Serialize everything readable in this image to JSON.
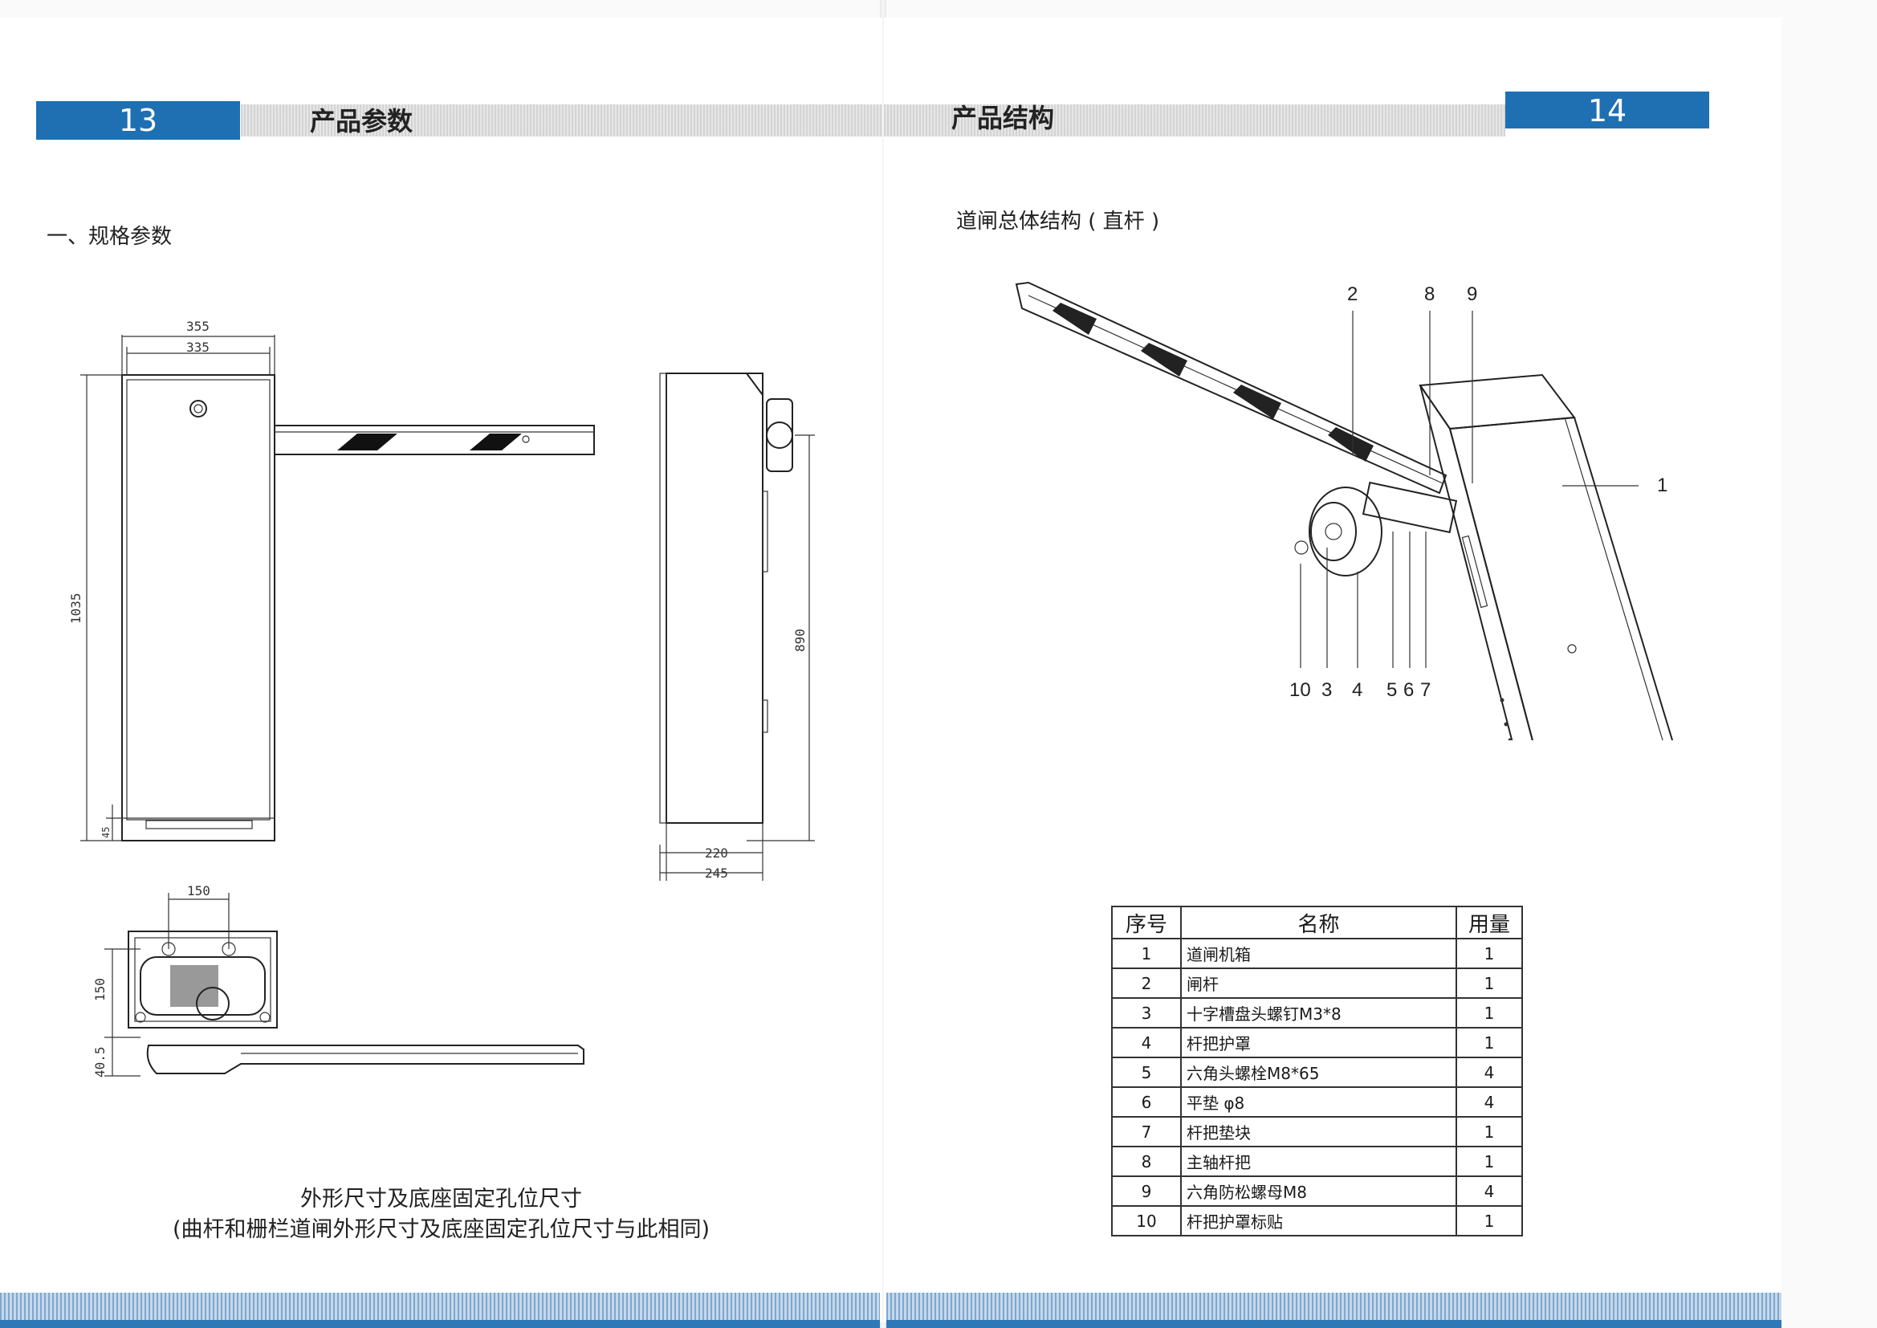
{
  "left_page": {
    "page_number": "13",
    "header_title": "产品参数",
    "section_title": "一、规格参数",
    "dimensions": {
      "width_outer": "355",
      "width_inner": "335",
      "height_total": "1035",
      "base_height": "45",
      "side_height": "890",
      "depth_inner": "220",
      "depth_outer": "245",
      "hole_spacing_x": "150",
      "hole_spacing_y": "150",
      "base_offset": "40.5"
    },
    "caption_line1": "外形尺寸及底座固定孔位尺寸",
    "caption_line2": "(曲杆和栅栏道闸外形尺寸及底座固定孔位尺寸与此相同)"
  },
  "right_page": {
    "page_number": "14",
    "header_title": "产品结构",
    "section_title": "道闸总体结构 ( 直杆 )",
    "callouts": [
      "1",
      "2",
      "3",
      "4",
      "5",
      "6",
      "7",
      "8",
      "9",
      "10"
    ],
    "table": {
      "headers": [
        "序号",
        "名称",
        "用量"
      ],
      "rows": [
        [
          "1",
          "道闸机箱",
          "1"
        ],
        [
          "2",
          "闸杆",
          "1"
        ],
        [
          "3",
          "十字槽盘头螺钉M3*8",
          "1"
        ],
        [
          "4",
          "杆把护罩",
          "1"
        ],
        [
          "5",
          "六角头螺栓M8*65",
          "4"
        ],
        [
          "6",
          "平垫 φ8",
          "4"
        ],
        [
          "7",
          "杆把垫块",
          "1"
        ],
        [
          "8",
          "主轴杆把",
          "1"
        ],
        [
          "9",
          "六角防松螺母M8",
          "4"
        ],
        [
          "10",
          "杆把护罩标贴",
          "1"
        ]
      ]
    }
  },
  "colors": {
    "accent_blue": "#1f6fb3",
    "header_gray": "#d9d9d9",
    "bottom_band": "#2e78b8"
  }
}
